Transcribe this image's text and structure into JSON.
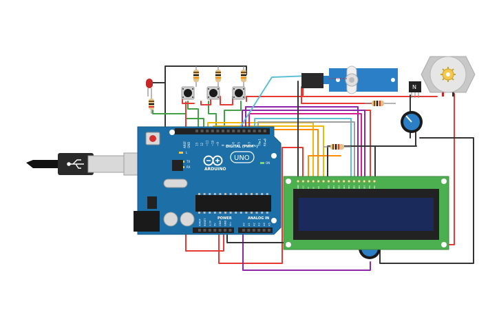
{
  "arduino": {
    "brand": "ARDUINO",
    "model": "UNO",
    "digital_label": "DIGITAL (PWM~)",
    "power_label": "POWER",
    "analog_label": "ANALOG IN",
    "on_label": "ON",
    "l_label": "L",
    "tx_label": "TX",
    "rx_label": "RX",
    "aref_label": "AREF",
    "gnd_label": "GND",
    "digital_pins": [
      "13",
      "12",
      "~11",
      "~10",
      "~9",
      "8",
      "7",
      "~6",
      "~5",
      "4",
      "~3",
      "2",
      "TX►1",
      "RX◄0"
    ],
    "power_pins": [
      "IOREF",
      "RESET",
      "3.3V",
      "5V",
      "GND",
      "GND",
      "Vin"
    ],
    "analog_pins": [
      "A0",
      "A1",
      "A2",
      "A3",
      "A4",
      "A5"
    ]
  },
  "lcd": {
    "pins": [
      "GND",
      "VCC",
      "V0",
      "RS",
      "RW",
      "E",
      "DB0",
      "DB1",
      "DB2",
      "DB3",
      "DB4",
      "DB5",
      "DB6",
      "DB7",
      "LED",
      "LED"
    ]
  },
  "transistor": {
    "label": "N"
  },
  "colors": {
    "board": "#1d6fa8",
    "lcd_pcb": "#4caf50",
    "lcd_screen": "#1a2a5a",
    "servo": "#2b7fc6",
    "wire_red": "#e53935",
    "wire_black": "#333333",
    "wire_green": "#43a047",
    "wire_yellow": "#f2b705",
    "wire_orange": "#ff8c00",
    "wire_purple": "#8e24aa",
    "wire_magenta": "#d81b8c",
    "wire_cyan": "#5bc0d6",
    "wire_gray": "#9e9e9e"
  }
}
